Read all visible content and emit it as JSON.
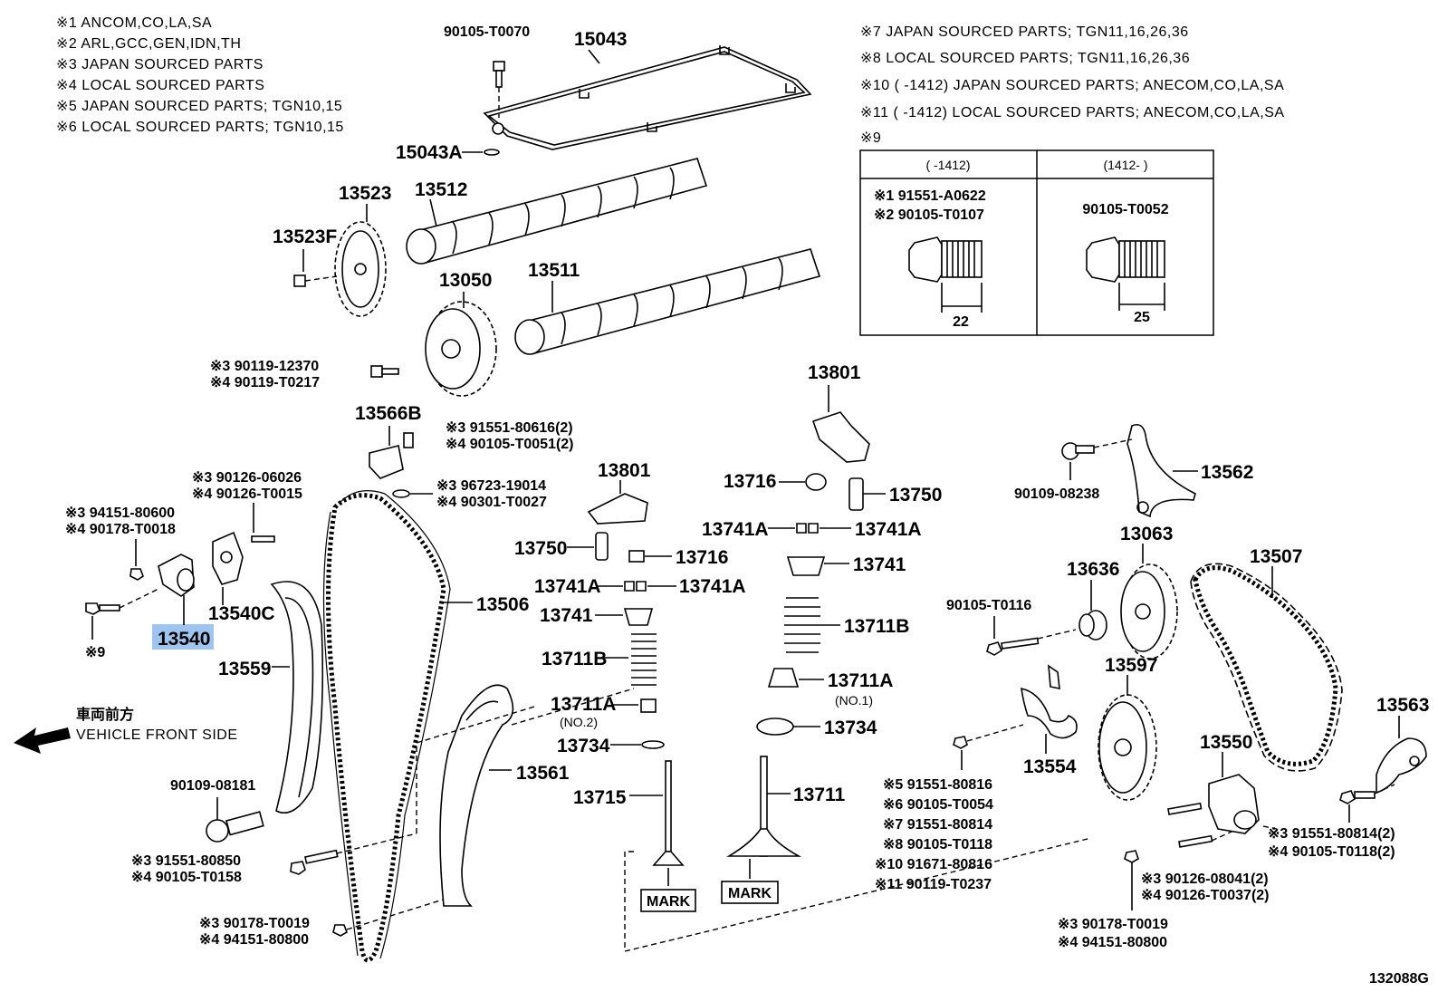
{
  "notes_left": [
    "※1 ANCOM,CO,LA,SA",
    "※2 ARL,GCC,GEN,IDN,TH",
    "※3 JAPAN SOURCED PARTS",
    "※4 LOCAL SOURCED PARTS",
    "※5 JAPAN SOURCED PARTS; TGN10,15",
    "※6 LOCAL SOURCED PARTS; TGN10,15"
  ],
  "notes_right": [
    "※7 JAPAN SOURCED PARTS; TGN11,16,26,36",
    "※8 LOCAL SOURCED PARTS; TGN11,16,26,36",
    "※10 (      -1412) JAPAN SOURCED PARTS; ANECOM,CO,LA,SA",
    "※11 (      -1412) LOCAL SOURCED PARTS; ANECOM,CO,LA,SA",
    "※9"
  ],
  "table": {
    "col1_header": "(      -1412)",
    "col2_header": "(1412-      )",
    "col1_parts": [
      "※1 91551-A0622",
      "※2 90105-T0107"
    ],
    "col2_part": "90105-T0052",
    "col1_dim": "22",
    "col2_dim": "25"
  },
  "labels": {
    "p90105_T0070": "90105-T0070",
    "p15043": "15043",
    "p15043A": "15043A",
    "p13523": "13523",
    "p13512": "13512",
    "p13523F": "13523F",
    "p13050": "13050",
    "p13511": "13511",
    "bolt_13050": [
      "※3 90119-12370",
      "※4 90119-T0217"
    ],
    "p13566B": "13566B",
    "bolt_13566B": [
      "※3 91551-80616(2)",
      "※4 90105-T0051(2)"
    ],
    "oring_13566B": [
      "※3 96723-19014",
      "※4 90301-T0027"
    ],
    "p13801a": "13801",
    "p13801b": "13801",
    "stud_13540C": [
      "※3 90126-06026",
      "※4 90126-T0015"
    ],
    "nut_13540": [
      "※3 94151-80600",
      "※4 90178-T0018"
    ],
    "p13540C": "13540C",
    "p13540": "13540",
    "ref9": "※9",
    "p13559": "13559",
    "p13506": "13506",
    "p13750a": "13750",
    "p13716a": "13716",
    "p13741Aa": "13741A",
    "p13741Ab": "13741A",
    "p13741a": "13741",
    "p13711Ba": "13711B",
    "p13711Aa": "13711A",
    "no2": "(NO.2)",
    "p13734a": "13734",
    "p13715": "13715",
    "mark1": "MARK",
    "p13716b": "13716",
    "p13750b": "13750",
    "p13741Ac": "13741A",
    "p13741Ad": "13741A",
    "p13741b": "13741",
    "p13711Bb": "13711B",
    "p13711Ab": "13711A",
    "no1": "(NO.1)",
    "p13734b": "13734",
    "p13711": "13711",
    "mark2": "MARK",
    "p13561": "13561",
    "front_jp": "車両前方",
    "front_en": "VEHICLE FRONT SIDE",
    "p90109_08181": "90109-08181",
    "bolt_13559": [
      "※3 91551-80850",
      "※4 90105-T0158"
    ],
    "nut_bottom": [
      "※3 90178-T0019",
      "※4 94151-80800"
    ],
    "p90109_08238": "90109-08238",
    "p13562": "13562",
    "p13063": "13063",
    "p13636": "13636",
    "p90105_T0116": "90105-T0116",
    "p13507": "13507",
    "p13597": "13597",
    "p13554": "13554",
    "p13550": "13550",
    "p13563": "13563",
    "bolt_list": [
      "※5 91551-80816",
      "※6 90105-T0054",
      "※7 91551-80814",
      "※8 90105-T0118",
      "※10 91671-80816",
      "※11 90119-T0237"
    ],
    "bolt_13563": [
      "※3 91551-80814(2)",
      "※4 90105-T0118(2)"
    ],
    "stud_13550": [
      "※3 90126-08041(2)",
      "※4 90126-T0037(2)"
    ],
    "nut_13550": [
      "※3 90178-T0019",
      "※4 94151-80800"
    ],
    "diagram_id": "132088G"
  },
  "highlight_color": "#9ec5f0"
}
